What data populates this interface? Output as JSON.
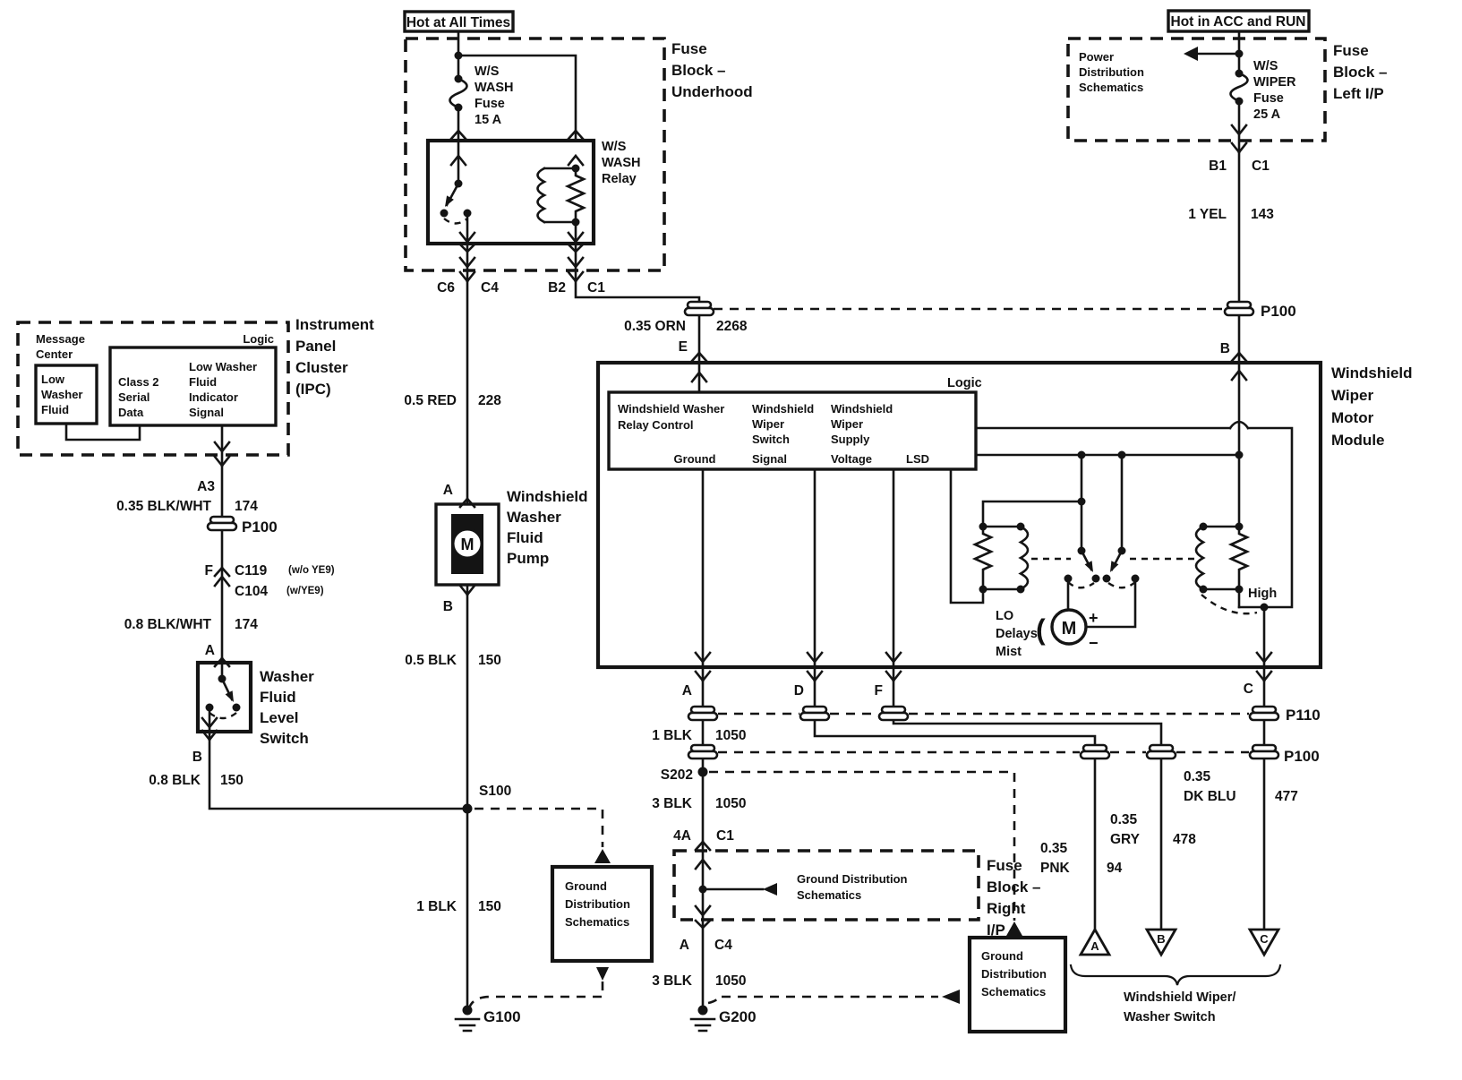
{
  "header": {
    "hot_all_times": "Hot at All Times",
    "hot_acc_run": "Hot in ACC and RUN"
  },
  "underhood": {
    "name": [
      "Fuse",
      "Block –",
      "Underhood"
    ],
    "fuse": [
      "W/S",
      "WASH",
      "Fuse",
      "15 A"
    ],
    "relay": [
      "W/S",
      "WASH",
      "Relay"
    ],
    "pin_c6": "C6",
    "pin_c4": "C4",
    "pin_b2": "B2",
    "pin_c1": "C1"
  },
  "left_ip": {
    "name": [
      "Fuse",
      "Block –",
      "Left I/P"
    ],
    "power_dist": [
      "Power",
      "Distribution",
      "Schematics"
    ],
    "fuse": [
      "W/S",
      "WIPER",
      "Fuse",
      "25 A"
    ],
    "pin_b1": "B1",
    "pin_c1": "C1",
    "wire_yel": {
      "gauge": "1 YEL",
      "circuit": "143"
    },
    "p100": "P100"
  },
  "ipc": {
    "name": [
      "Instrument",
      "Panel",
      "Cluster",
      "(IPC)"
    ],
    "message_center": [
      "Message",
      "Center"
    ],
    "logic": "Logic",
    "low_washer": [
      "Low",
      "Washer",
      "Fluid"
    ],
    "class2": [
      "Class 2",
      "Serial",
      "Data"
    ],
    "signal": [
      "Low Washer",
      "Fluid",
      "Indicator",
      "Signal"
    ],
    "pin_a3": "A3",
    "wire1": {
      "gauge": "0.35 BLK/WHT",
      "circuit": "174"
    },
    "p100": "P100",
    "pin_f": "F",
    "c119": "C119",
    "c119_note": "(w/o YE9)",
    "c104": "C104",
    "c104_note": "(w/YE9)",
    "wire2": {
      "gauge": "0.8 BLK/WHT",
      "circuit": "174"
    }
  },
  "washer_switch": {
    "pin_a": "A",
    "name": [
      "Washer",
      "Fluid",
      "Level",
      "Switch"
    ],
    "pin_b": "B",
    "wire": {
      "gauge": "0.8 BLK",
      "circuit": "150"
    }
  },
  "pump": {
    "wire_red": {
      "gauge": "0.5 RED",
      "circuit": "228"
    },
    "pin_a": "A",
    "name": [
      "Windshield",
      "Washer",
      "Fluid",
      "Pump"
    ],
    "m": "M",
    "pin_b": "B",
    "wire_blk": {
      "gauge": "0.5 BLK",
      "circuit": "150"
    },
    "s100": "S100",
    "wire_blk2": {
      "gauge": "1 BLK",
      "circuit": "150"
    },
    "g100": "G100"
  },
  "orn": {
    "gauge": "0.35 ORN",
    "circuit": "2268",
    "pin_e": "E"
  },
  "module": {
    "name": [
      "Windshield",
      "Wiper",
      "Motor",
      "Module"
    ],
    "logic": "Logic",
    "col1": [
      "Windshield Washer",
      "Relay Control",
      "Ground"
    ],
    "col2": [
      "Windshield",
      "Wiper",
      "Switch",
      "Signal"
    ],
    "col3": [
      "Windshield",
      "Wiper",
      "Supply",
      "Voltage"
    ],
    "lsd": "LSD",
    "pin_b": "B",
    "high": "High",
    "lo": [
      "LO",
      "Delays",
      "Mist"
    ],
    "paren": "(",
    "m": "M",
    "plus": "+",
    "minus": "−",
    "pin_a": "A",
    "pin_d": "D",
    "pin_f": "F",
    "pin_c": "C"
  },
  "connectors": {
    "p110": "P110",
    "p100": "P100"
  },
  "splices": {
    "s202": "S202"
  },
  "bottom": {
    "wire_1blk": {
      "gauge": "1 BLK",
      "circuit": "1050"
    },
    "wire_3blk_a": {
      "gauge": "3 BLK",
      "circuit": "1050"
    },
    "pin_4a": "4A",
    "pin_c1": "C1",
    "right_ip": [
      "Fuse",
      "Block –",
      "Right",
      "I/P"
    ],
    "gds_inline": [
      "Ground Distribution",
      "Schematics"
    ],
    "pin_a": "A",
    "pin_c4": "C4",
    "wire_3blk_b": {
      "gauge": "3 BLK",
      "circuit": "1050"
    },
    "g200": "G200",
    "gds_box": [
      "Ground",
      "Distribution",
      "Schematics"
    ],
    "wire_pnk": {
      "g1": "0.35",
      "g2": "PNK",
      "circuit": "94"
    },
    "wire_gry": {
      "g1": "0.35",
      "g2": "GRY",
      "circuit": "478"
    },
    "wire_dkblu": {
      "g1": "0.35",
      "g2": "DK BLU",
      "circuit": "477"
    },
    "tri_a": "A",
    "tri_b": "B",
    "tri_c": "C",
    "wws": [
      "Windshield Wiper/",
      "Washer Switch"
    ]
  }
}
